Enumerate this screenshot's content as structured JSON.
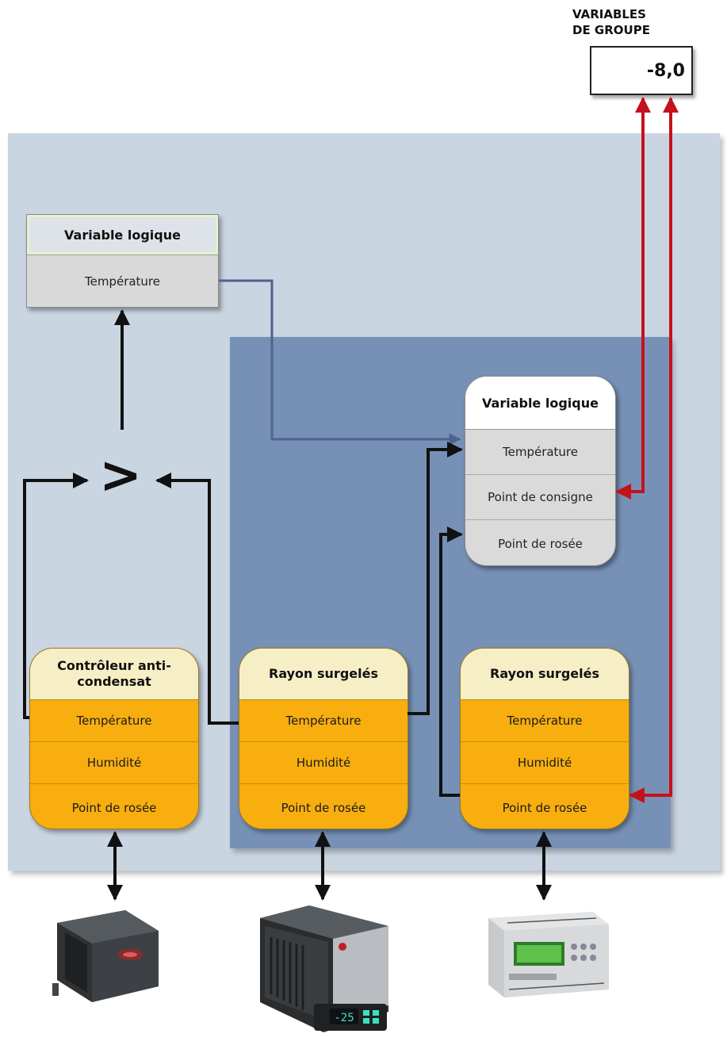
{
  "group_variables": {
    "title_line1": "VARIABLES",
    "title_line2": "DE GROUPE",
    "value": "-8,0"
  },
  "logic_variable_top": {
    "title": "Variable logique",
    "field": "Température"
  },
  "logic_variable_round": {
    "title": "Variable logique",
    "fields": [
      "Température",
      "Point de consigne",
      "Point de rosée"
    ]
  },
  "compare_symbol": ">",
  "devices": [
    {
      "title_line1": "Contrôleur anti-",
      "title_line2": "condensat",
      "fields": [
        "Température",
        "Humidité",
        "Point de rosée"
      ]
    },
    {
      "title_line1": "Rayon surgelés",
      "title_line2": "",
      "fields": [
        "Température",
        "Humidité",
        "Point de rosée"
      ]
    },
    {
      "title_line1": "Rayon surgelés",
      "title_line2": "",
      "fields": [
        "Température",
        "Humidité",
        "Point de rosée"
      ]
    }
  ],
  "device_display_readout": "-25",
  "colors": {
    "outer_panel": "#cad5e2",
    "inner_panel": "#7791b6",
    "card_orange": "#f8ae0f",
    "card_header": "#f6efc6",
    "red_link": "#c4121a",
    "blue_link": "#4d6390"
  }
}
